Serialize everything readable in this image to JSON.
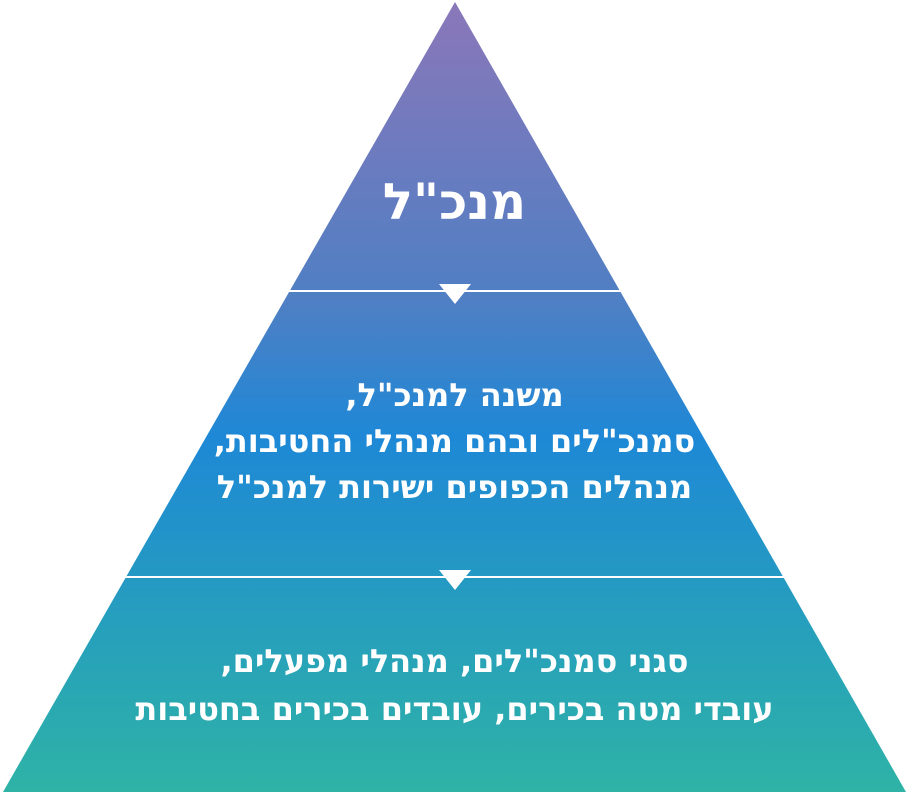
{
  "pyramid": {
    "colors": {
      "top": "#8a77b9",
      "upper_mid": "#4f7fc4",
      "middle": "#1e88d6",
      "bottom": "#2eb3a6",
      "divider": "#ffffff"
    },
    "tiers": [
      {
        "label_lines": [
          "מנכ\"ל"
        ]
      },
      {
        "label_lines": [
          "משנה למנכ\"ל,",
          "סמנכ\"לים ובהם מנהלי החטיבות,",
          "מנהלים הכפופים ישירות למנכ\"ל"
        ]
      },
      {
        "label_lines": [
          "סגני סמנכ\"לים, מנהלי מפעלים,",
          "עובדי מטה בכירים, עובדים בכירים בחטיבות"
        ]
      }
    ]
  }
}
